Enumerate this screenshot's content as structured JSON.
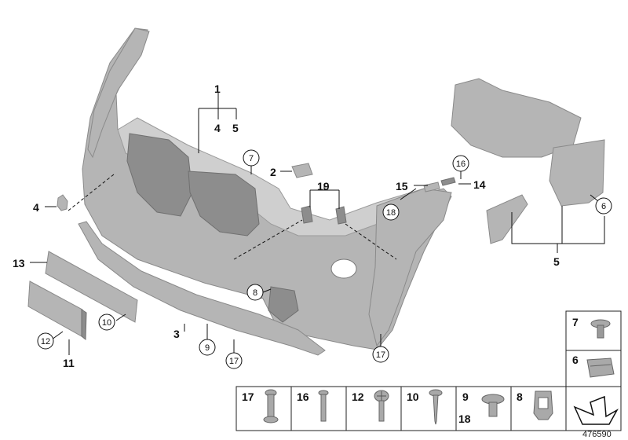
{
  "diagram": {
    "labels": {
      "l1": "1",
      "l4a": "4",
      "l5a": "5",
      "l2": "2",
      "l19": "19",
      "l15": "15",
      "l14": "14",
      "l4b": "4",
      "l13": "13",
      "l11": "11",
      "l3": "3",
      "l5b": "5"
    },
    "circled": {
      "c7": "7",
      "c16": "16",
      "c18": "18",
      "c6": "6",
      "c8": "8",
      "c10": "10",
      "c12": "12",
      "c9": "9",
      "c17a": "17",
      "c17b": "17"
    },
    "hardware_panel": {
      "cells": [
        "17",
        "16",
        "12",
        "10",
        "9",
        "8",
        "7",
        "6"
      ],
      "cell_9_sub": "18"
    },
    "image_number": "476590"
  }
}
